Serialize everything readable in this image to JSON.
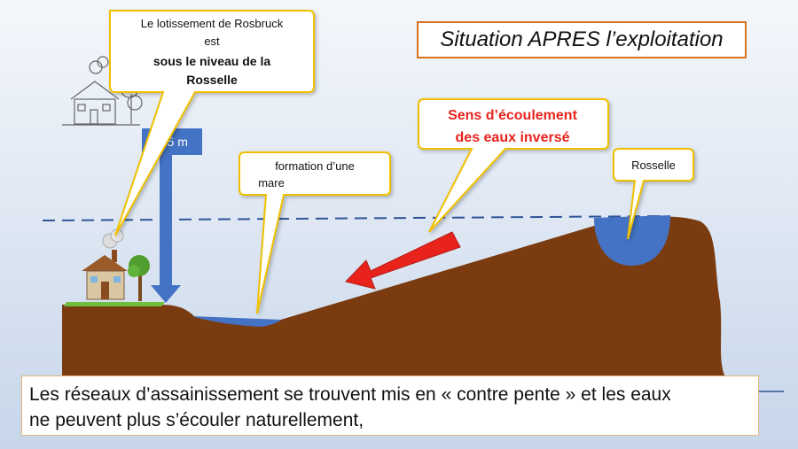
{
  "title": "Situation APRES l’exploitation",
  "callouts": {
    "lotissement": {
      "line1": "Le lotissement de Rosbruck",
      "line2": "est",
      "line3": "sous le niveau de la",
      "line4": "Rosselle"
    },
    "depth": "-15 m",
    "mare": {
      "line1": "formation d’une",
      "line2": "mare"
    },
    "sens": {
      "line1": "Sens d’écoulement",
      "line2": "des eaux inversé"
    },
    "rosselle": "Rosselle"
  },
  "caption": {
    "line1": "Les réseaux d’assainissement se trouvent mis en « contre pente » et les eaux",
    "line2": "ne peuvent plus s’écouler naturellement,"
  },
  "colors": {
    "ground": "#7a3b10",
    "water": "#4472c4",
    "arrow_red": "#e8231c",
    "callout_border": "#f0c000",
    "title_border": "#d9731e",
    "sky_top": "#e6edf6",
    "sky_bottom": "#c9d8ec",
    "sens_text": "#e8231c"
  }
}
